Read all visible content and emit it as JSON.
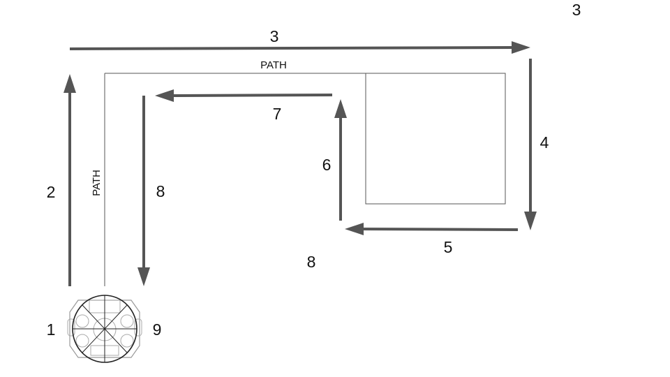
{
  "diagram": {
    "path_label_top": "PATH",
    "path_label_left": "PATH",
    "steps": {
      "s1": "1",
      "s2": "2",
      "s3": "3",
      "s3_corner": "3",
      "s4": "4",
      "s5": "5",
      "s6": "6",
      "s7": "7",
      "s8_down": "8",
      "s8_mid": "8",
      "s9": "9"
    },
    "colors": {
      "arrow": "#555555",
      "line": "#555555",
      "text": "#111111"
    },
    "icons": {
      "robot": "robot-top-view-icon"
    }
  }
}
